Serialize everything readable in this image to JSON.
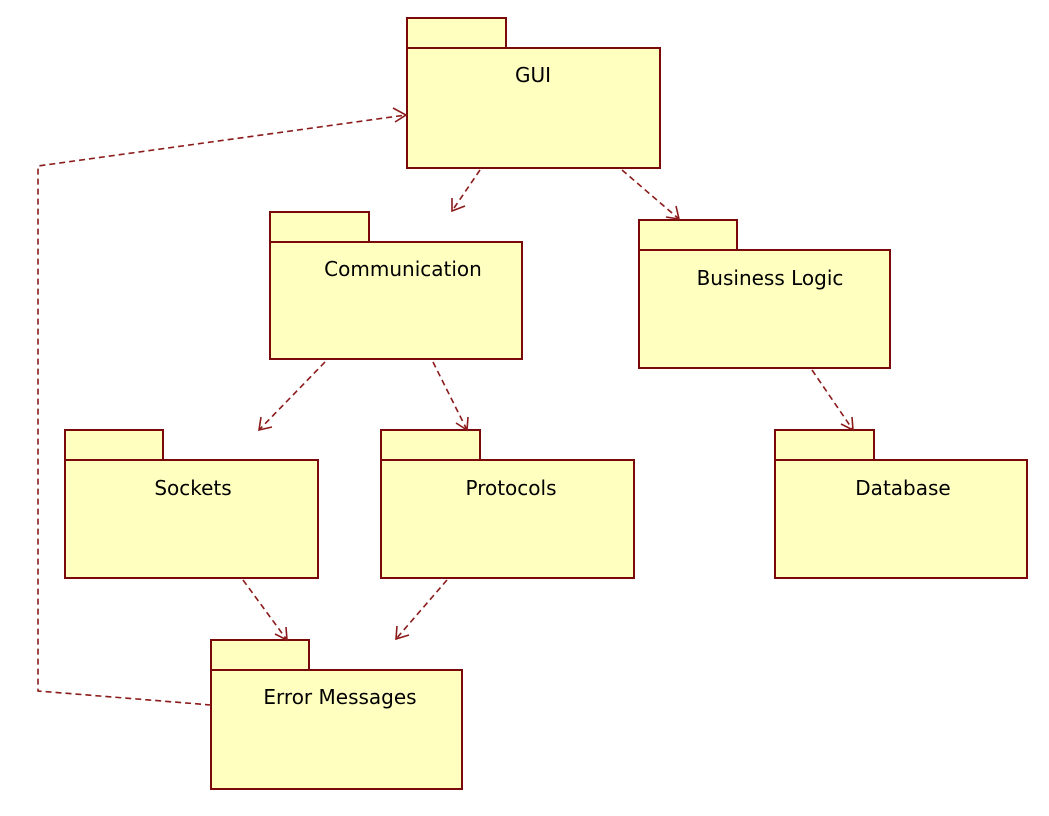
{
  "colors": {
    "package_fill": "#ffffc0",
    "package_stroke": "#7a0a0a",
    "dependency_stroke": "#8b1a1a"
  },
  "packages": {
    "gui": {
      "name": "GUI"
    },
    "communication": {
      "name": "Communication"
    },
    "business_logic": {
      "name": "Business Logic"
    },
    "sockets": {
      "name": "Sockets"
    },
    "protocols": {
      "name": "Protocols"
    },
    "database": {
      "name": "Database"
    },
    "error_messages": {
      "name": "Error Messages"
    }
  },
  "dependencies": [
    {
      "from": "GUI",
      "to": "Communication"
    },
    {
      "from": "GUI",
      "to": "Business Logic"
    },
    {
      "from": "Communication",
      "to": "Sockets"
    },
    {
      "from": "Communication",
      "to": "Protocols"
    },
    {
      "from": "Business Logic",
      "to": "Database"
    },
    {
      "from": "Sockets",
      "to": "Error Messages"
    },
    {
      "from": "Protocols",
      "to": "Error Messages"
    },
    {
      "from": "Error Messages",
      "to": "GUI"
    }
  ]
}
